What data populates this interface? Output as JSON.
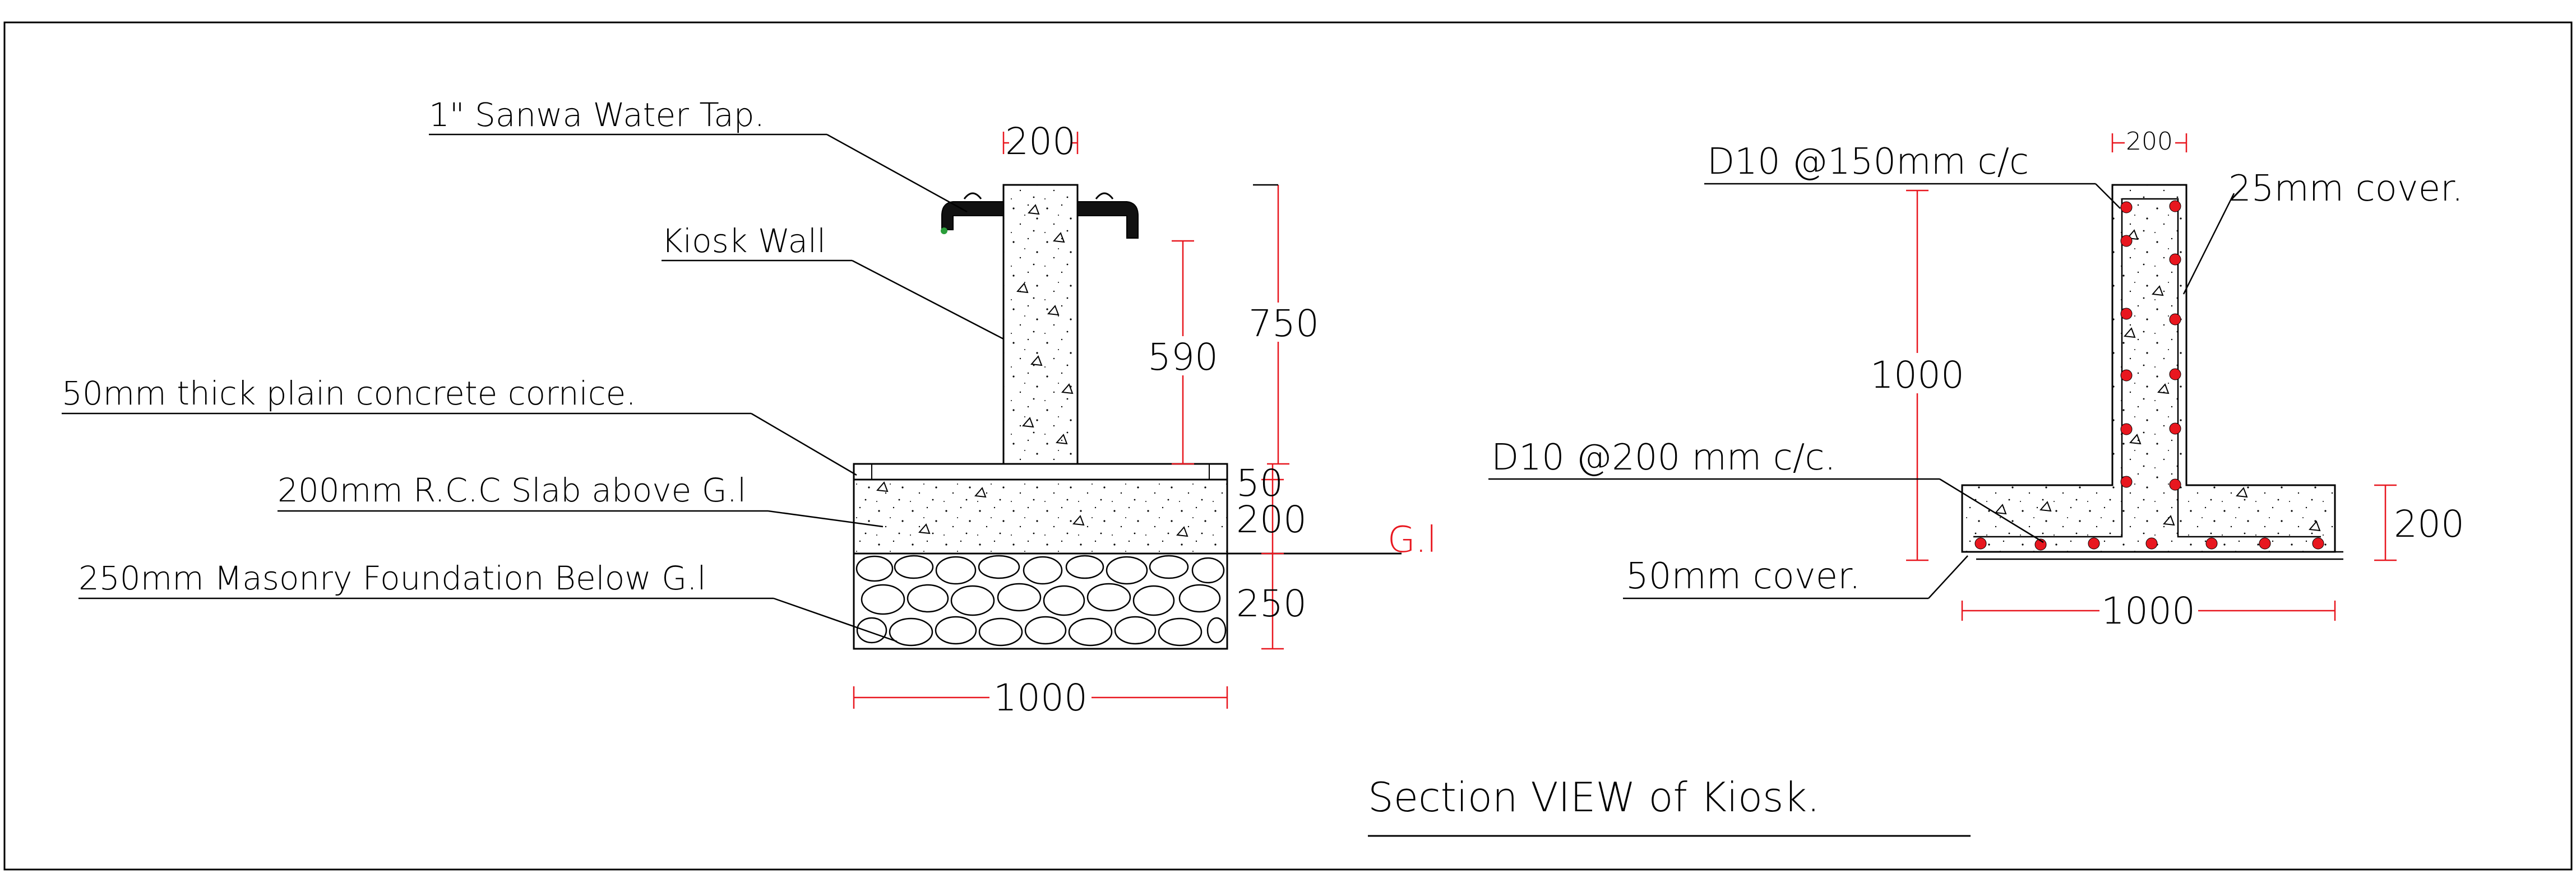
{
  "colors": {
    "line": "#000000",
    "dimension": "#e8171f",
    "rebar": "#e8171f",
    "ground": "#e8171f"
  },
  "left_section": {
    "labels": {
      "tap": "1\" Sanwa Water Tap.",
      "wall": "Kiosk Wall",
      "cornice": "50mm thick plain concrete cornice.",
      "slab": "200mm R.C.C Slab above G.l",
      "foundation": "250mm Masonry Foundation Below G.l"
    },
    "dimensions": {
      "wall_width": "200",
      "wall_height": "590",
      "total_height": "750",
      "cornice": "50",
      "slab": "200",
      "foundation": "250",
      "base_width": "1000"
    },
    "ground_label": "G.l"
  },
  "right_section": {
    "labels": {
      "vertical_bars": "D10  @150mm  c/c",
      "cover_top": "25mm  cover.",
      "horizontal_bars": "D10  @200  mm  c/c.",
      "cover_bottom": "50mm  cover."
    },
    "dimensions": {
      "wall_width": "200",
      "height": "1000",
      "slab": "200",
      "base_width": "1000"
    }
  },
  "title": "Section  VIEW  of  Kiosk."
}
